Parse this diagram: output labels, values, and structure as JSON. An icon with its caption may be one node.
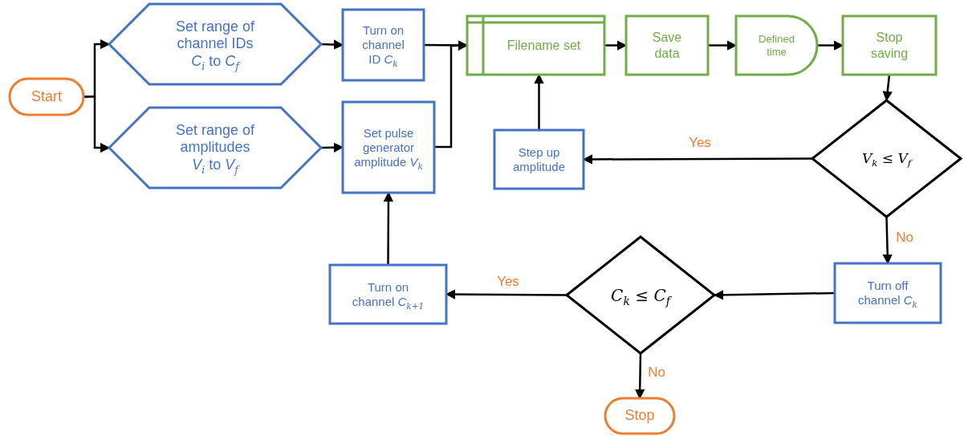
{
  "diagram": {
    "nodes": [
      {
        "text": [
          "Start"
        ]
      },
      {
        "text": [
          "Set range of channel IDs",
          "*C*$_{i}$ to *C*$_{f}$"
        ]
      },
      {
        "text": [
          "Set range of amplitudes",
          "*V*$_{i}$ to *V*$_{f}$"
        ]
      },
      {
        "text": [
          "Turn on channel ID *C*$_{k}$"
        ]
      },
      {
        "text": [
          "Set pulse generator amplitude *V*$_{k}$"
        ]
      },
      {
        "text": [
          "Filename set"
        ]
      },
      {
        "text": [
          "Save data"
        ]
      },
      {
        "text": [
          "Defined time"
        ]
      },
      {
        "text": [
          "Stop saving"
        ]
      },
      {
        "text": [
          "*V*$_{k}$ ≤ *V*$_{f}$"
        ]
      },
      {
        "text": [
          "Step up amplitude"
        ]
      },
      {
        "text": [
          "Turn off channel *C*$_{k}$"
        ]
      },
      {
        "text": [
          "*C*$_{k}$ ≤ *C*$_{f}$"
        ]
      },
      {
        "text": [
          "Turn on channel *C*$_{k+1}$"
        ]
      },
      {
        "text": [
          "Stop"
        ]
      }
    ],
    "edges": [
      {
        "from": 0,
        "to": 1,
        "arrow": "to"
      },
      {
        "from": 0,
        "to": 2,
        "arrow": "to"
      },
      {
        "from": 1,
        "to": 3,
        "arrow": "to"
      },
      {
        "from": 2,
        "to": 4,
        "arrow": "to"
      },
      {
        "from": 3,
        "to": 5,
        "arrow": "to"
      },
      {
        "from": 4,
        "to": 5,
        "arrow": "to"
      },
      {
        "from": 5,
        "to": 6,
        "arrow": "to"
      },
      {
        "from": 6,
        "to": 7,
        "arrow": "to"
      },
      {
        "from": 7,
        "to": 8,
        "arrow": "to"
      },
      {
        "from": 8,
        "to": 9,
        "arrow": "to"
      },
      {
        "from": 9,
        "to": 10,
        "arrow": "to",
        "label": "Yes"
      },
      {
        "from": 10,
        "to": 5,
        "arrow": "to"
      },
      {
        "from": 9,
        "to": 11,
        "arrow": "to",
        "label": "No"
      },
      {
        "from": 11,
        "to": 12,
        "arrow": "to"
      },
      {
        "from": 12,
        "to": 13,
        "arrow": "to",
        "label": "Yes"
      },
      {
        "from": 12,
        "to": 14,
        "arrow": "to",
        "label": "No"
      },
      {
        "from": 13,
        "to": 4,
        "arrow": "to"
      }
    ]
  }
}
